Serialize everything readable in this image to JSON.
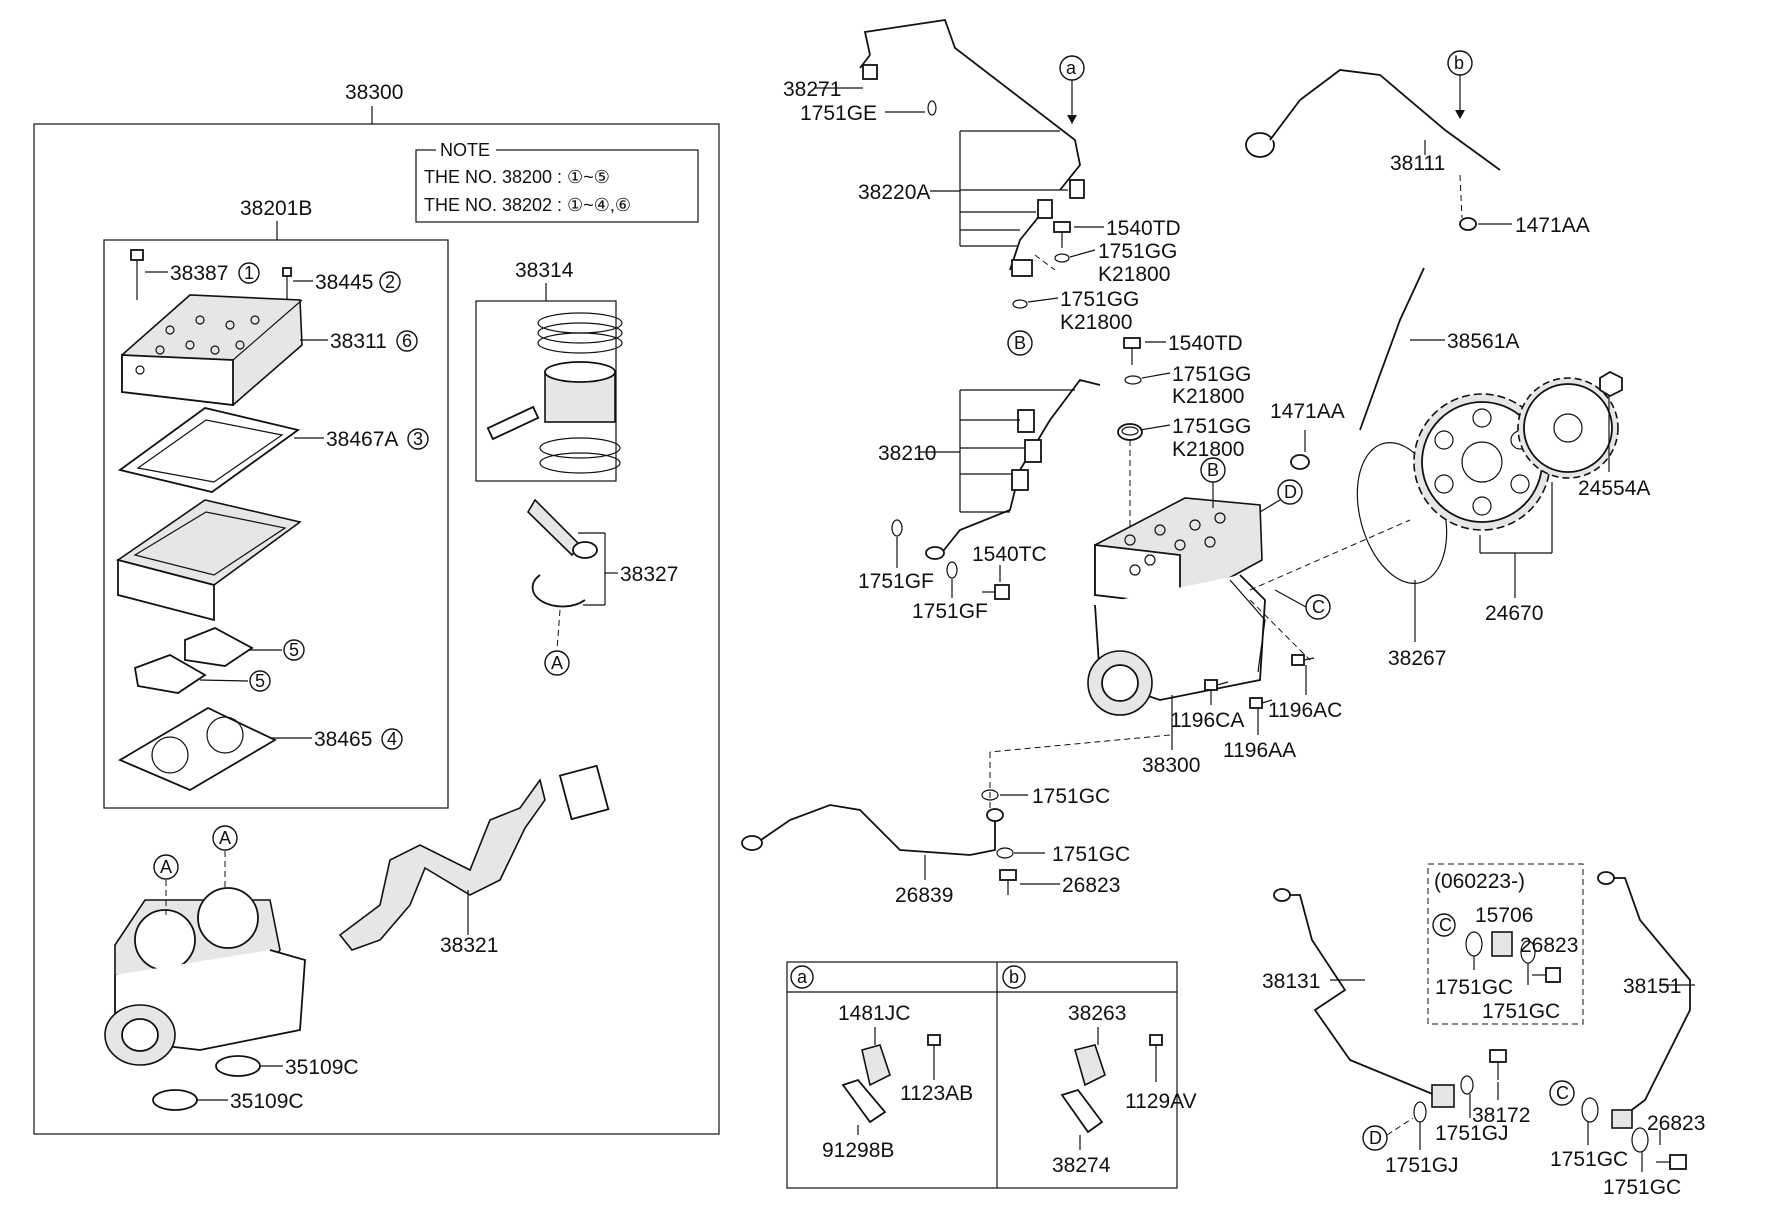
{
  "labels": {
    "p38300_top": "38300",
    "note_title": "NOTE",
    "note_line1": "THE NO. 38200 : ①~⑤",
    "note_line2": "THE NO. 38202 : ①~④,⑥",
    "p38201B": "38201B",
    "p38387": "38387",
    "p38445": "38445",
    "p38311": "38311",
    "p38467A": "38467A",
    "p38465": "38465",
    "p38314": "38314",
    "p38327": "38327",
    "p38321": "38321",
    "p35109C_a": "35109C",
    "p35109C_b": "35109C",
    "p38271": "38271",
    "p1751GE": "1751GE",
    "p38220A": "38220A",
    "p1540TD_a": "1540TD",
    "p1751GG_a": "1751GG",
    "pK21800_a": "K21800",
    "p1751GG_b": "1751GG",
    "pK21800_b": "K21800",
    "p1540TD_b": "1540TD",
    "p1751GG_c": "1751GG",
    "pK21800_c": "K21800",
    "p1751GG_d": "1751GG",
    "pK21800_d": "K21800",
    "p38210": "38210",
    "p1751GF_a": "1751GF",
    "p1751GF_b": "1751GF",
    "p1540TC": "1540TC",
    "p38111": "38111",
    "p1471AA_a": "1471AA",
    "p38561A": "38561A",
    "p1471AA_b": "1471AA",
    "p24554A": "24554A",
    "p24670": "24670",
    "p38267": "38267",
    "p1196AC": "1196AC",
    "p1196CA": "1196CA",
    "p1196AA": "1196AA",
    "p38300_main": "38300",
    "p1751GC_a": "1751GC",
    "p1751GC_b": "1751GC",
    "p26823_a": "26823",
    "p26839": "26839",
    "p38131": "38131",
    "p060223": "(060223-)",
    "p15706": "15706",
    "p26823_b": "26823",
    "p1751GC_c": "1751GC",
    "p1751GC_d": "1751GC",
    "p38172": "38172",
    "p1751GJ_a": "1751GJ",
    "p1751GJ_b": "1751GJ",
    "p38151": "38151",
    "p26823_c": "26823",
    "p1751GC_e": "1751GC",
    "p1751GC_f": "1751GC",
    "p1481JC": "1481JC",
    "p1123AB": "1123AB",
    "p91298B": "91298B",
    "p38263": "38263",
    "p1129AV": "1129AV",
    "p38274": "38274"
  },
  "circled_numbers": {
    "n1": "1",
    "n2": "2",
    "n3": "3",
    "n4": "4",
    "n5a": "5",
    "n5b": "5",
    "n6": "6"
  },
  "reference_letters": {
    "A": "A",
    "B": "B",
    "C": "C",
    "D": "D",
    "a": "a",
    "b": "b"
  }
}
